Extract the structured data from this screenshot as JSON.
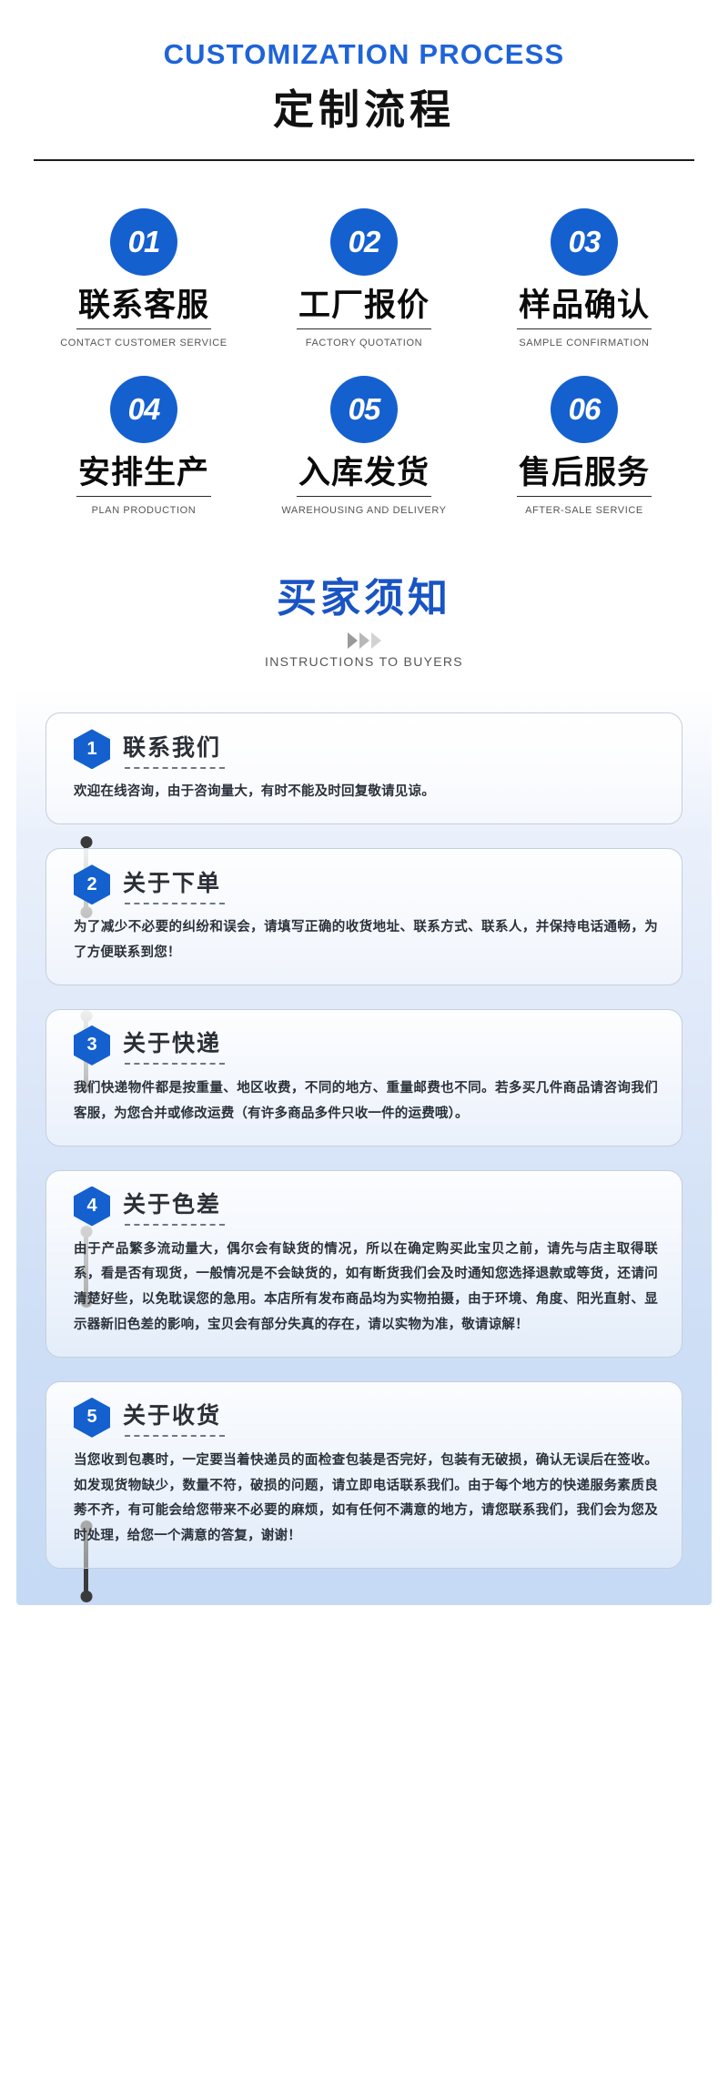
{
  "header": {
    "english_title": "CUSTOMIZATION PROCESS",
    "chinese_title": "定制流程",
    "accent_color": "#1e64d8",
    "divider_color": "#1c1c1c"
  },
  "process": {
    "badge_color": "#1560cf",
    "steps": [
      {
        "number": "01",
        "cn": "联系客服",
        "en": "CONTACT CUSTOMER SERVICE"
      },
      {
        "number": "02",
        "cn": "工厂报价",
        "en": "FACTORY QUOTATION"
      },
      {
        "number": "03",
        "cn": "样品确认",
        "en": "SAMPLE CONFIRMATION"
      },
      {
        "number": "04",
        "cn": "安排生产",
        "en": "PLAN PRODUCTION"
      },
      {
        "number": "05",
        "cn": "入库发货",
        "en": "WAREHOUSING AND DELIVERY"
      },
      {
        "number": "06",
        "cn": "售后服务",
        "en": "AFTER-SALE SERVICE"
      }
    ]
  },
  "buyers": {
    "chinese_title": "买家须知",
    "english_title": "INSTRUCTIONS TO BUYERS",
    "title_color": "#1954c4",
    "chevron_icon": "chevron-right-triple"
  },
  "instructions": [
    {
      "number": "1",
      "title": "联系我们",
      "body": "欢迎在线咨询，由于咨询量大，有时不能及时回复敬请见谅。"
    },
    {
      "number": "2",
      "title": "关于下单",
      "body": "为了减少不必要的纠纷和误会，请填写正确的收货地址、联系方式、联系人，并保持电话通畅，为了方便联系到您！"
    },
    {
      "number": "3",
      "title": "关于快递",
      "body": "我们快递物件都是按重量、地区收费，不同的地方、重量邮费也不同。若多买几件商品请咨询我们客服，为您合并或修改运费（有许多商品多件只收一件的运费哦）。"
    },
    {
      "number": "4",
      "title": "关于色差",
      "body": "由于产品繁多流动量大，偶尔会有缺货的情况，所以在确定购买此宝贝之前，请先与店主取得联系，看是否有现货，一般情况是不会缺货的，如有断货我们会及时通知您选择退款或等货，还请问清楚好些，以免耽误您的急用。本店所有发布商品均为实物拍摄，由于环境、角度、阳光直射、显示器新旧色差的影响，宝贝会有部分失真的存在，请以实物为准，敬请谅解！"
    },
    {
      "number": "5",
      "title": "关于收货",
      "body": "当您收到包裹时，一定要当着快递员的面检查包装是否完好，包装有无破损，确认无误后在签收。如发现货物缺少，数量不符，破损的问题，请立即电话联系我们。由于每个地方的快递服务素质良莠不齐，有可能会给您带来不必要的麻烦，如有任何不满意的地方，请您联系我们，我们会为您及时处理，给您一个满意的答复，谢谢！"
    }
  ]
}
